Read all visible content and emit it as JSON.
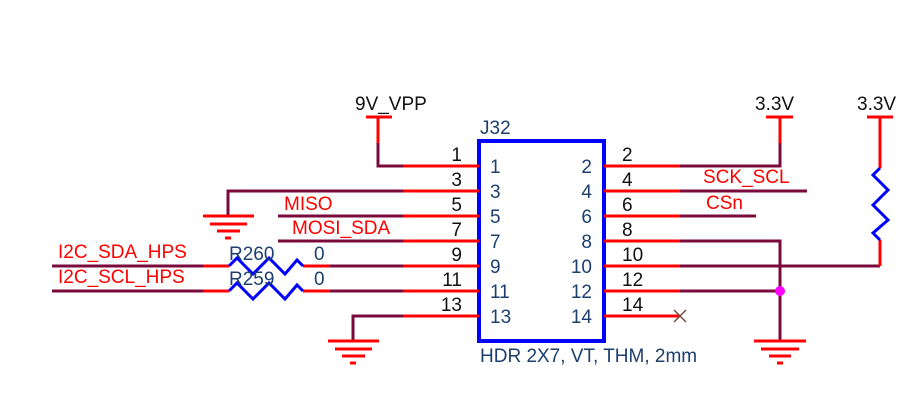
{
  "connector": {
    "ref": "J32",
    "description": "HDR 2X7, VT, THM, 2mm",
    "left_pins": [
      "1",
      "3",
      "5",
      "7",
      "9",
      "11",
      "13"
    ],
    "right_pins": [
      "2",
      "4",
      "6",
      "8",
      "10",
      "12",
      "14"
    ]
  },
  "power": {
    "vpp": "9V_VPP",
    "v33_a": "3.3V",
    "v33_b": "3.3V"
  },
  "nets": {
    "miso": "MISO",
    "mosi_sda": "MOSI_SDA",
    "i2c_sda_hps": "I2C_SDA_HPS",
    "i2c_scl_hps": "I2C_SCL_HPS",
    "sck_scl": "SCK_SCL",
    "csn": "CSn"
  },
  "resistors": [
    {
      "ref": "R260",
      "value": "0"
    },
    {
      "ref": "R259",
      "value": "0"
    }
  ],
  "colors": {
    "wire": "#7a0a3c",
    "pin": "#ff0000",
    "body": "#0000ff",
    "junction": "#ff00ff"
  }
}
